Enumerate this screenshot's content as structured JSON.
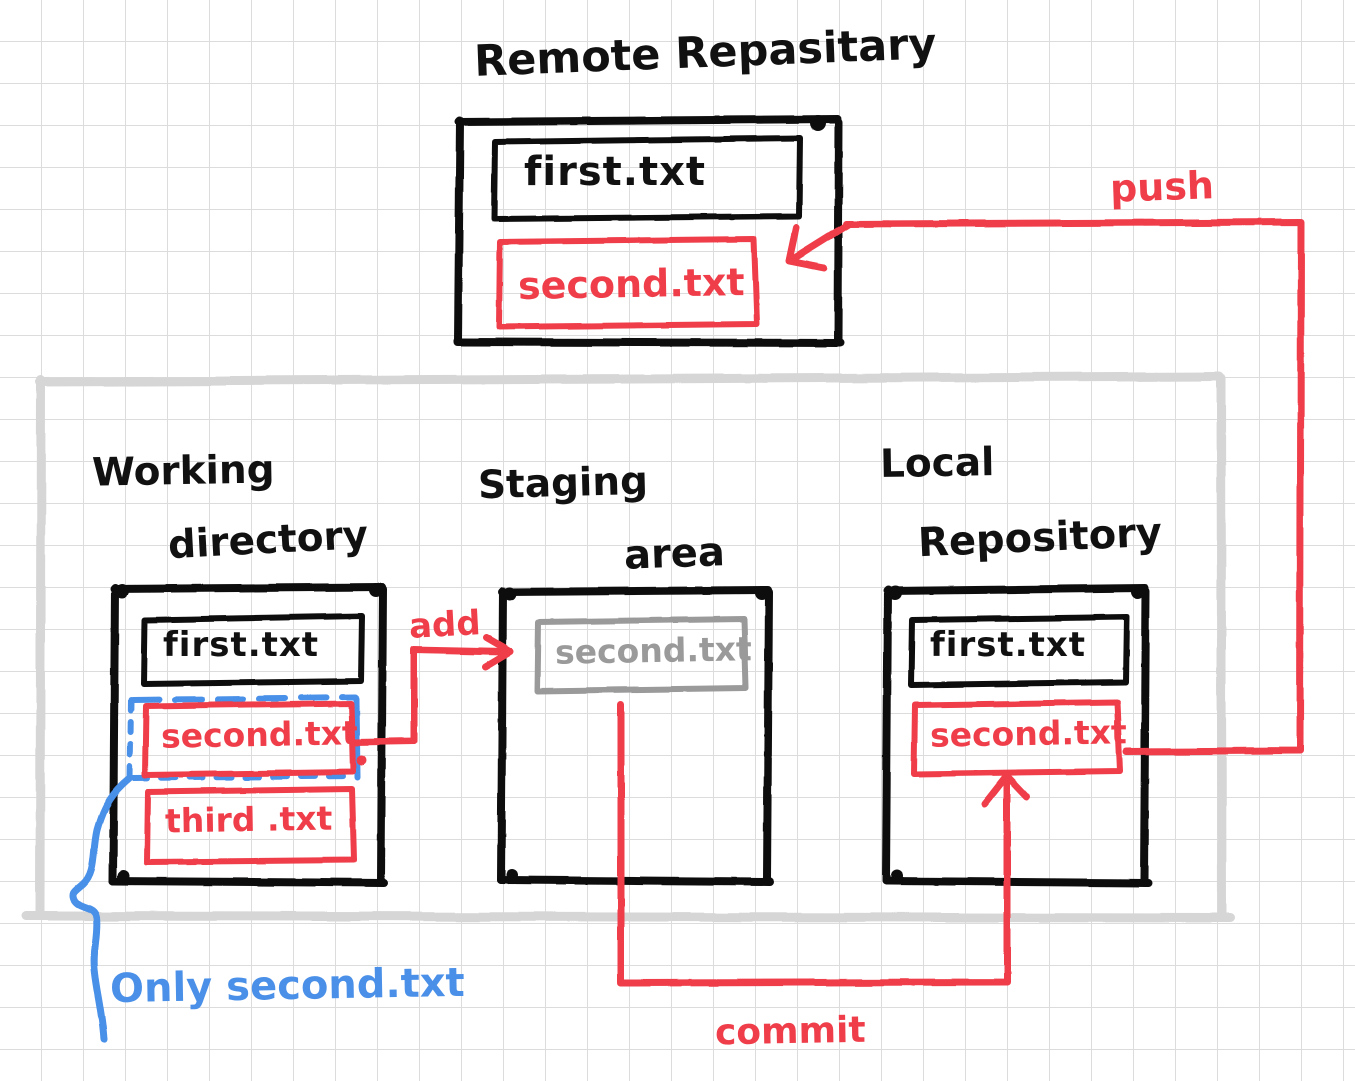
{
  "diagram": {
    "title_concept": "Git workflow: working directory, staging area, local repository, remote repository",
    "colors": {
      "ink_black": "#111111",
      "ink_red": "#ef3e4a",
      "ink_grey": "#9a9a9a",
      "ink_blue": "#4a90e8",
      "grid_line": "#dcdcdc",
      "container_grey": "#d6d6d6",
      "paper": "#ffffff"
    },
    "remote": {
      "label": "Remote Repasitary",
      "files": [
        {
          "name": "first.txt",
          "color": "black"
        },
        {
          "name": "second.txt",
          "color": "red"
        }
      ]
    },
    "working_directory": {
      "label_line1": "Working",
      "label_line2": "directory",
      "files": [
        {
          "name": "first.txt",
          "color": "black",
          "highlighted": false
        },
        {
          "name": "second.txt",
          "color": "red",
          "highlighted": true
        },
        {
          "name": "third .txt",
          "color": "red",
          "highlighted": false
        }
      ]
    },
    "staging_area": {
      "label_line1": "Staging",
      "label_line2": "area",
      "files": [
        {
          "name": "second.txt",
          "color": "grey"
        }
      ]
    },
    "local_repository": {
      "label_line1": "Local",
      "label_line2": "Repository",
      "files": [
        {
          "name": "first.txt",
          "color": "black"
        },
        {
          "name": "second.txt",
          "color": "red"
        }
      ]
    },
    "annotations": {
      "add": "add",
      "commit": "commit",
      "push": "push",
      "only_second": "Only second.txt"
    }
  }
}
